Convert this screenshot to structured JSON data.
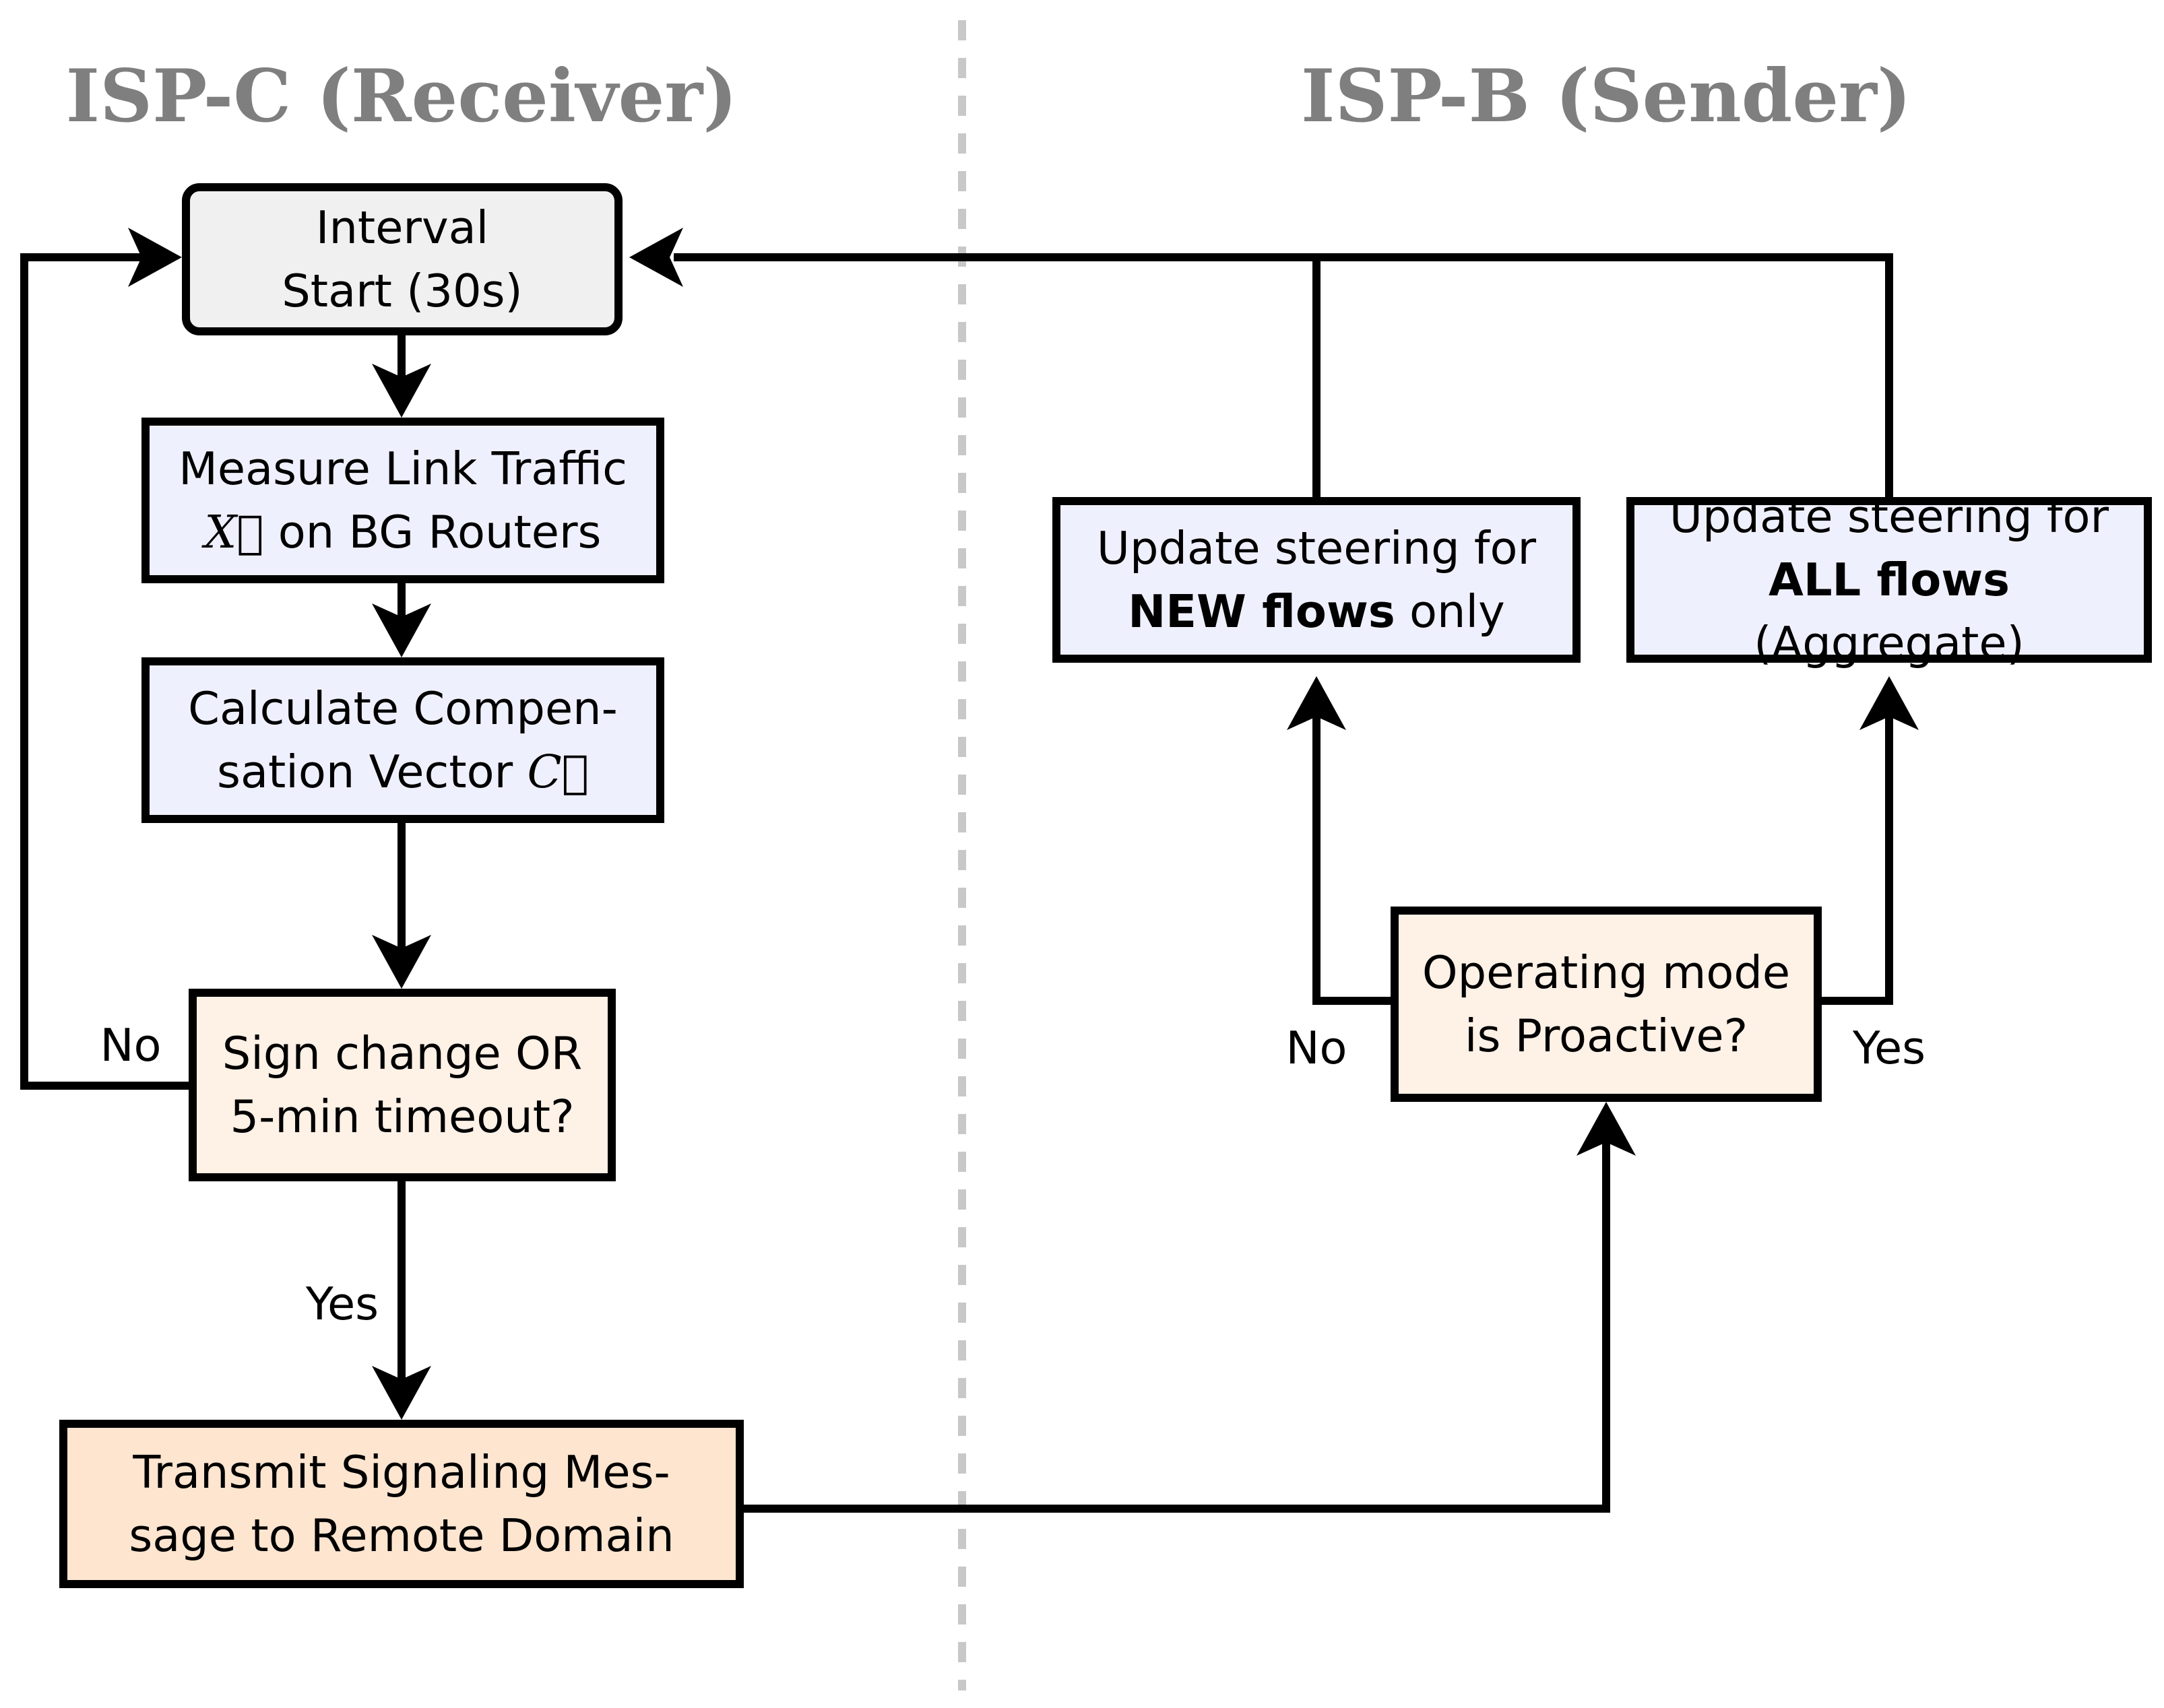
{
  "lanes": {
    "receiver": "ISP-C (Receiver)",
    "sender": "ISP-B (Sender)"
  },
  "nodes": {
    "interval_start": {
      "line1": "Interval",
      "line2": "Start (30s)"
    },
    "measure": {
      "line1": "Measure Link Traffic",
      "line2_symbol": "X⃗",
      "line2_rest": " on BG Routers"
    },
    "calculate": {
      "line1": "Calculate Compen-",
      "line2_prefix": "sation Vector ",
      "line2_symbol": "C⃗"
    },
    "sign_change": {
      "line1": "Sign change OR",
      "line2": "5-min timeout?"
    },
    "transmit": {
      "line1": "Transmit Signaling Mes-",
      "line2": "sage to Remote Domain"
    },
    "operating_mode": {
      "line1": "Operating mode",
      "line2": "is Proactive?"
    },
    "update_new": {
      "line1": "Update steering for",
      "line2_bold": "NEW flows",
      "line2_rest": " only"
    },
    "update_all": {
      "line1": "Update steering for",
      "line2_bold": "ALL flows",
      "line2_rest": " (Aggregate)"
    }
  },
  "edge_labels": {
    "sign_no": "No",
    "sign_yes": "Yes",
    "mode_no": "No",
    "mode_yes": "Yes"
  },
  "colors": {
    "lane_title": "#7f7f7f",
    "start_fill": "#f0f0f0",
    "process_fill": "#eff0fd",
    "decision_fill": "#fef1e6",
    "io_fill": "#fde5d0",
    "divider": "#c8c8c8",
    "stroke": "#000000"
  }
}
